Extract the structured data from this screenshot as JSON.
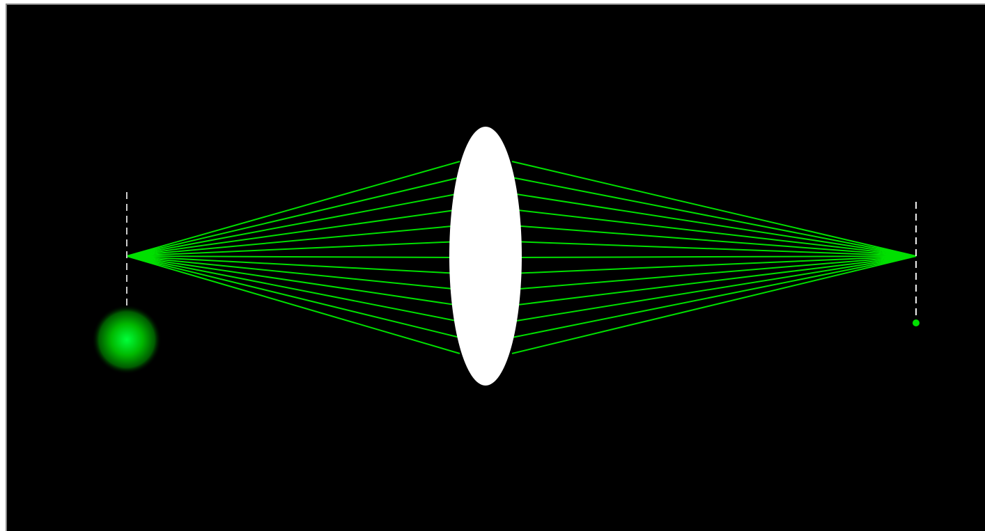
{
  "scene": {
    "background_color": "#000000",
    "frame_color": "#8a8a8a",
    "ray_color": "#00e000",
    "lens_color": "#ffffff",
    "marker_color": "#cccccc",
    "light_source_color": "#00ff00",
    "image_point_color": "#00e000",
    "ray_count": 13,
    "elements": {
      "object": {
        "icon": "dashed-object-arrow"
      },
      "light_source": {
        "icon": "glowing-green-light-bulb"
      },
      "lens": {
        "icon": "convex-lens"
      },
      "image": {
        "icon": "dashed-image-arrow"
      },
      "image_point": {
        "icon": "green-dot"
      }
    }
  }
}
